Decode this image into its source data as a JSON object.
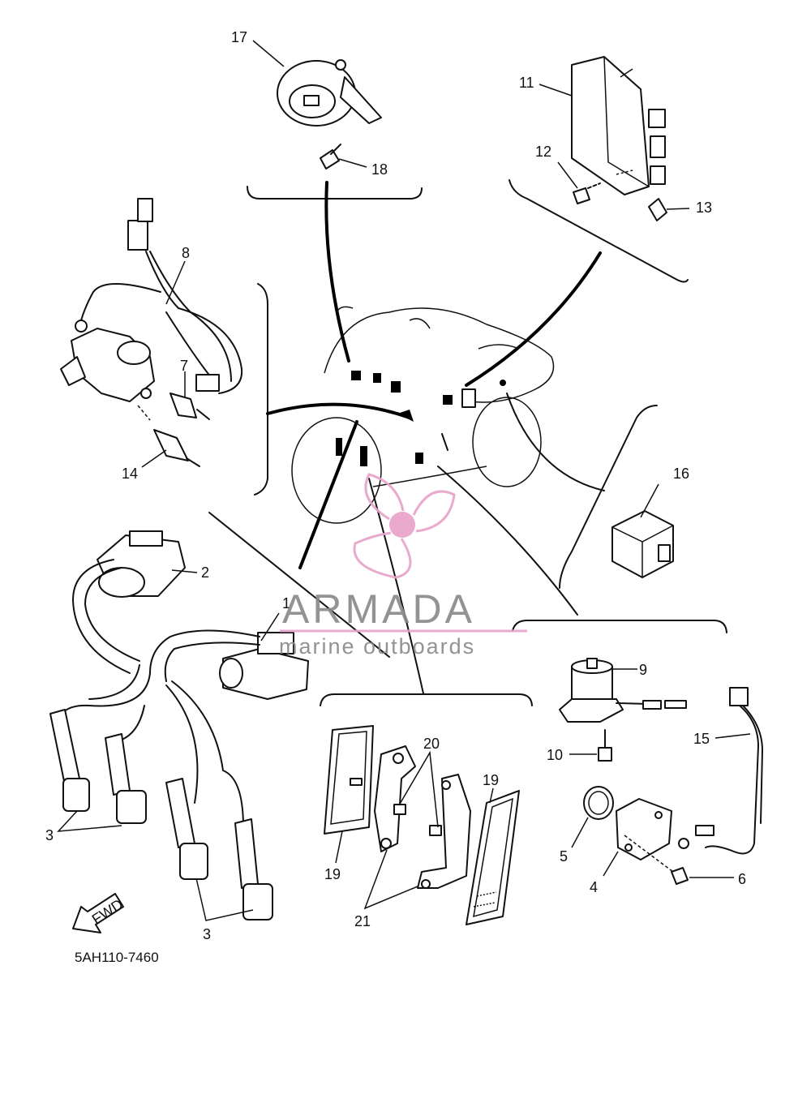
{
  "diagram": {
    "code": "5AH110-7460",
    "fwd_label": "FWD",
    "watermark": {
      "title": "ARMADA",
      "subtitle": "marine outboards",
      "accent_color": "#e8a3c9"
    },
    "callouts": [
      "1",
      "2",
      "3",
      "3",
      "4",
      "5",
      "6",
      "7",
      "8",
      "9",
      "10",
      "11",
      "12",
      "13",
      "14",
      "15",
      "16",
      "17",
      "18",
      "19",
      "19",
      "20",
      "21"
    ]
  }
}
